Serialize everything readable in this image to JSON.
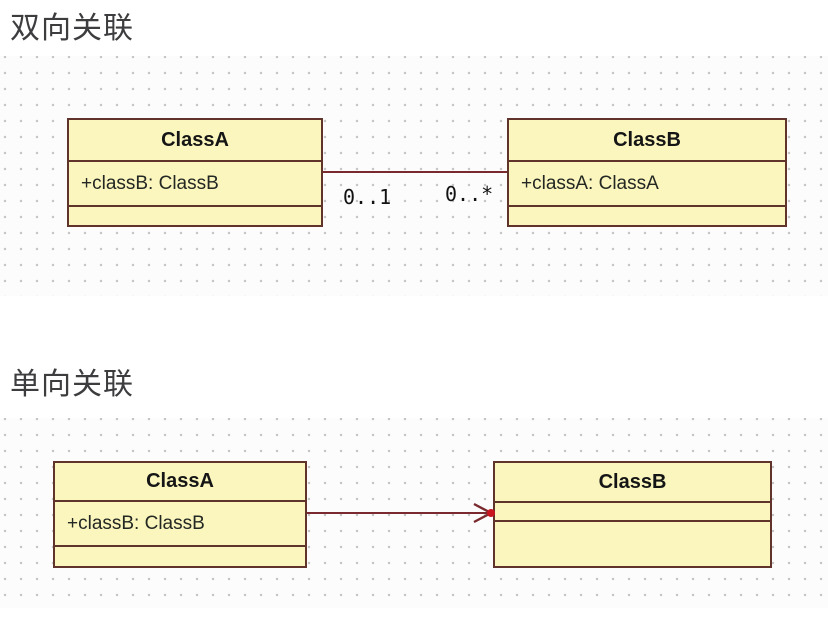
{
  "sections": [
    {
      "title": "双向关联",
      "diagram": {
        "classes": [
          {
            "name": "ClassA",
            "attributes": [
              "+classB: ClassB"
            ],
            "methods": []
          },
          {
            "name": "ClassB",
            "attributes": [
              "+classA: ClassA"
            ],
            "methods": []
          }
        ],
        "association": {
          "type": "bidirectional",
          "from_multiplicity": "0..1",
          "to_multiplicity": "0..*"
        }
      }
    },
    {
      "title": "单向关联",
      "diagram": {
        "classes": [
          {
            "name": "ClassA",
            "attributes": [
              "+classB: ClassB"
            ],
            "methods": []
          },
          {
            "name": "ClassB",
            "attributes": [],
            "methods": []
          }
        ],
        "association": {
          "type": "directed",
          "arrow": "open-arrowhead-right"
        }
      }
    }
  ],
  "colors": {
    "class_fill": "#fbf5be",
    "class_border": "#60342a",
    "line_color": "#7a2a2e",
    "class_title_text": "#151515",
    "attribute_text": "#232823",
    "section_title_color": "#3d3d40",
    "endpoint_dot": "#c9151e",
    "grid_dot": "#c6c6c6",
    "background": "#ffffff"
  }
}
